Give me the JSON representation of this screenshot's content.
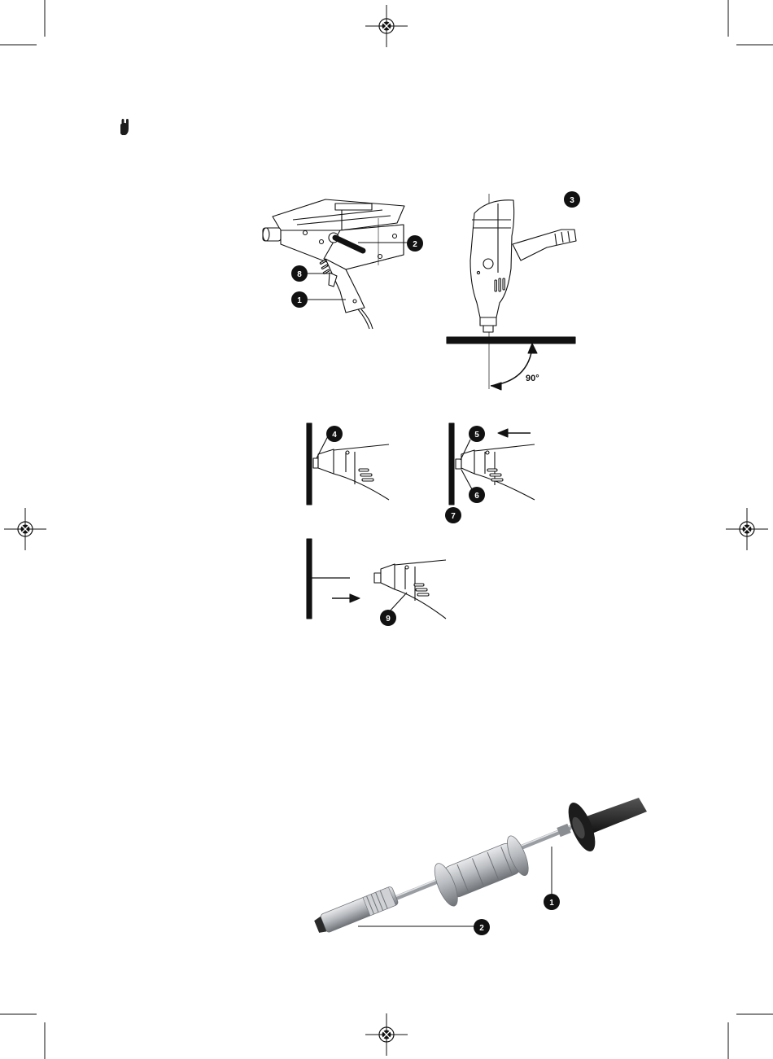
{
  "colors": {
    "ink": "#111111",
    "paper": "#ffffff",
    "metal": "#b9bcc0",
    "metal_dark": "#6f7378",
    "rubber": "#1c1c1c"
  },
  "icons": {
    "warning": "hand-warning-icon",
    "registration": "registration-mark-icon"
  },
  "figure_gun": {
    "callouts": [
      {
        "label": "1"
      },
      {
        "label": "2"
      },
      {
        "label": "8"
      }
    ]
  },
  "figure_vertical": {
    "callouts": [
      {
        "label": "3"
      }
    ],
    "angle_label": "90°"
  },
  "figure_contact": {
    "callouts": [
      {
        "label": "4"
      }
    ]
  },
  "figure_pressing": {
    "callouts": [
      {
        "label": "5"
      },
      {
        "label": "6"
      },
      {
        "label": "7"
      }
    ]
  },
  "figure_pulling": {
    "callouts": [
      {
        "label": "9"
      }
    ]
  },
  "figure_slide_hammer": {
    "callouts": [
      {
        "label": "1"
      },
      {
        "label": "2"
      }
    ]
  }
}
